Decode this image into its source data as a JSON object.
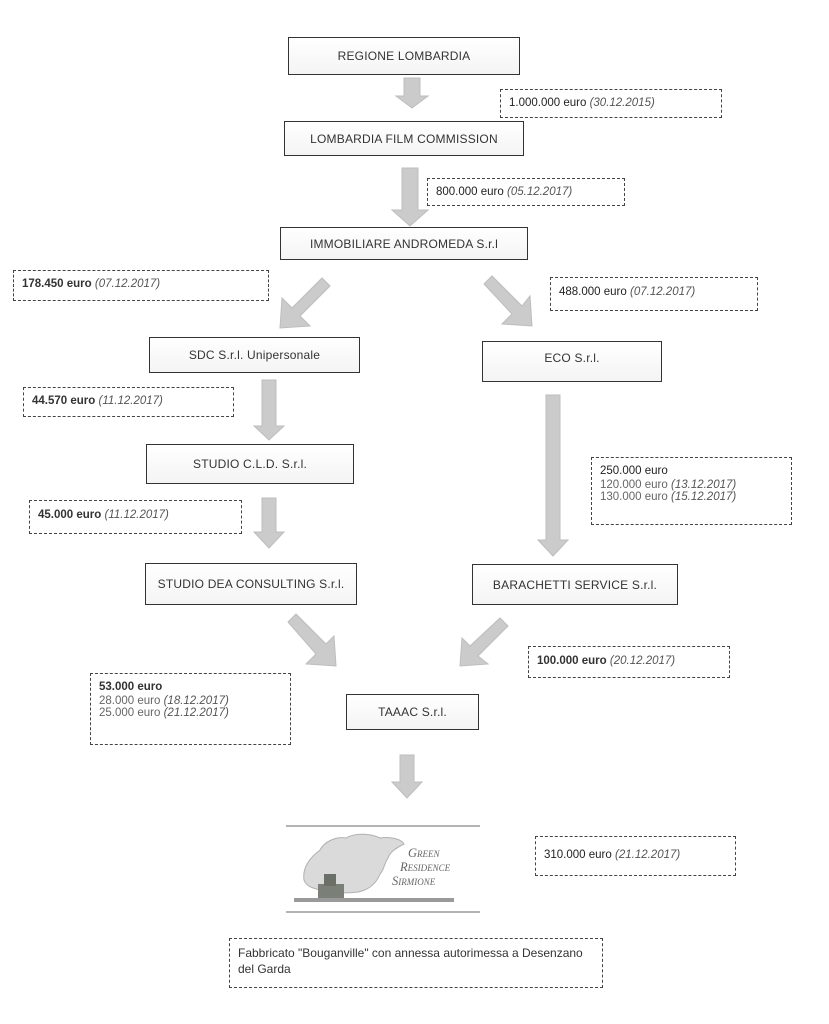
{
  "nodes": {
    "regione": "REGIONE LOMBARDIA",
    "film_commission": "LOMBARDIA FILM COMMISSION",
    "andromeda": "IMMOBILIARE ANDROMEDA S.r.l",
    "sdc": "SDC S.r.l. Unipersonale",
    "eco": "ECO S.r.l.",
    "cld": "STUDIO C.L.D. S.r.l.",
    "dea": "STUDIO DEA CONSULTING S.r.l.",
    "barachetti": "BARACHETTI SERVICE S.r.l.",
    "taaac": "TAAAC S.r.l."
  },
  "transfers": {
    "regione_to_lfc": {
      "amount": "1.000.000 euro",
      "date": "(30.12.2015)"
    },
    "lfc_to_andromeda": {
      "amount": "800.000 euro",
      "date": "(05.12.2017)"
    },
    "andromeda_to_sdc": {
      "amount": "178.450 euro",
      "date": "(07.12.2017)"
    },
    "andromeda_to_eco": {
      "amount": "488.000 euro",
      "date": "(07.12.2017)"
    },
    "sdc_to_cld": {
      "amount": "44.570 euro",
      "date": "(11.12.2017)"
    },
    "cld_to_dea": {
      "amount": "45.000 euro",
      "date": "(11.12.2017)"
    },
    "eco_to_barachetti": {
      "total": "250.000 euro",
      "parts": [
        {
          "amount": "120.000 euro",
          "date": "(13.12.2017)"
        },
        {
          "amount": "130.000 euro",
          "date": "(15.12.2017)"
        }
      ]
    },
    "dea_to_taaac": {
      "total": "53.000 euro",
      "parts": [
        {
          "amount": "28.000 euro",
          "date": "(18.12.2017)"
        },
        {
          "amount": "25.000 euro",
          "date": "(21.12.2017)"
        }
      ]
    },
    "barachetti_to_taaac": {
      "amount": "100.000 euro",
      "date": "(20.12.2017)"
    },
    "taaac_to_property": {
      "amount": "310.000 euro",
      "date": "(21.12.2017)"
    }
  },
  "logo": {
    "line1": "Green",
    "line2": "Residence",
    "line3": "Sirmione"
  },
  "property_note": "Fabbricato \"Bouganville\" con annessa autorimessa a Desenzano del Garda",
  "colors": {
    "arrow": "#c8c8c8",
    "border": "#333333"
  }
}
